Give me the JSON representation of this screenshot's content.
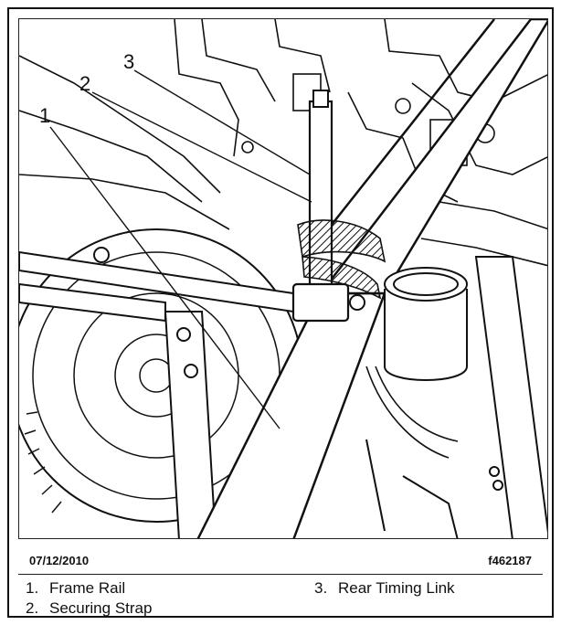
{
  "figure": {
    "callouts": [
      "1",
      "2",
      "3"
    ],
    "date": "07/12/2010",
    "figure_id": "f462187"
  },
  "legend": [
    {
      "number": "1.",
      "label": "Frame Rail"
    },
    {
      "number": "2.",
      "label": "Securing Strap"
    },
    {
      "number": "3.",
      "label": "Rear Timing Link"
    }
  ]
}
